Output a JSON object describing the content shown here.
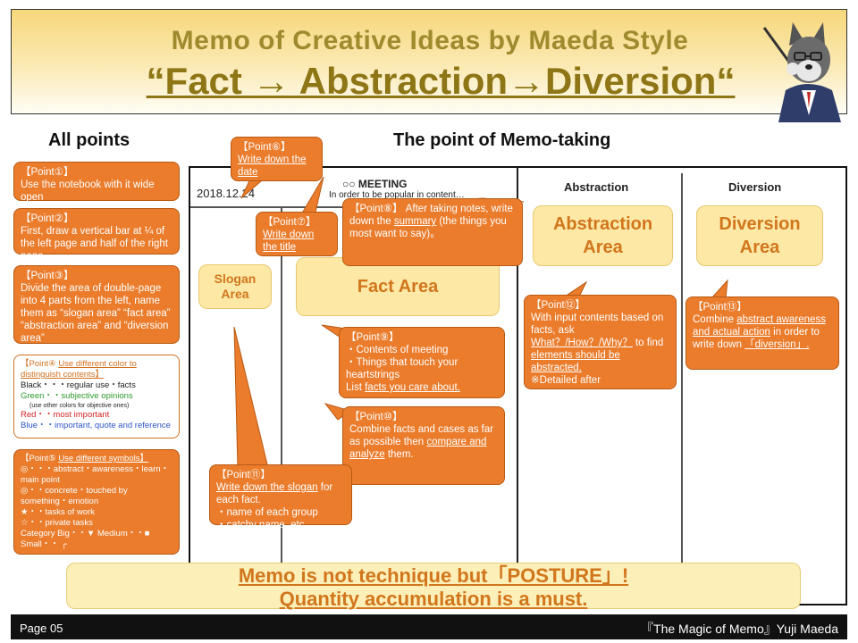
{
  "header": {
    "title_line1": "Memo of Creative Ideas by Maeda Style",
    "title_line2": "“Fact → Abstraction→Diversion“"
  },
  "sections": {
    "all_points": "All points",
    "memo_taking": "The point of Memo-taking"
  },
  "board": {
    "date": "2018.12.24",
    "meeting_title": "○○  MEETING",
    "meeting_subtitle": "In order to be popular in content…",
    "abstraction_header": "Abstraction",
    "diversion_header": "Diversion",
    "slogan_area": "Slogan Area",
    "fact_area": "Fact Area",
    "abstraction_area": "Abstraction Area",
    "diversion_area": "Diversion Area"
  },
  "left_points": {
    "p1": {
      "tag": "【Point①】",
      "text": "Use the notebook with it wide open"
    },
    "p2": {
      "tag": "【Point②】",
      "text": "First, draw a vertical bar at ¼ of the left page and half of the right page."
    },
    "p3": {
      "tag": "【Point③】",
      "text": "Divide the area of double-page into 4 parts from the left, name them as “slogan area” “fact area” “abstraction area” and “diversion area”"
    },
    "p4": {
      "tag": "【Point④",
      "title": "Use different color to distinguish contents】",
      "black": "Black・・・regular use・facts",
      "green": "Green・・subjective opinions",
      "green_note": "(use other colors for objective ones)",
      "red": "Red・・most important",
      "blue": "Blue・・important, quote and reference"
    },
    "p5": {
      "tag": "【Point⑤",
      "title": "Use different symbols】",
      "l1": "◎・・・abstract・awareness・learn・main point",
      "l2": "◎・・concrete・touched by something・emotion",
      "l3": "★・・tasks of work",
      "l4": "☆・・private tasks",
      "l5": "Category  Big・・▼  Medium・・■",
      "l6": "Small・・ ┌"
    }
  },
  "callouts": {
    "p6": {
      "tag": "【Point⑥】",
      "text": "Write down the date"
    },
    "p7": {
      "tag": "【Point⑦】",
      "text": "Write down the title"
    },
    "p8": {
      "tag": "【Point⑧】",
      "pre": "After taking notes, write down the",
      "link": "summary",
      "post": "(the things you most want to say)。"
    },
    "p9": {
      "tag": "【Point⑨】",
      "l1": "・Contents of meeting",
      "l2": "・Things that touch your heartstrings",
      "l3pre": "List",
      "l3link": "facts you care about."
    },
    "p10": {
      "tag": "【Point⑩】",
      "pre": "Combine facts and cases as far as possible then",
      "link": "compare and analyze",
      "post": "them."
    },
    "p11": {
      "tag": "【Point⑪】",
      "link": "Write down the slogan",
      "post": "for each fact.",
      "l2": "・name of each group",
      "l3": "・catchy name, etc."
    },
    "p12": {
      "tag": "【Point⑫】",
      "pre": "With input contents based on facts, ask",
      "link1": "What？/How？/Why？",
      "mid": "to find",
      "link2": "elements should be abstracted.",
      "post": "※Detailed after"
    },
    "p13": {
      "tag": "【Point⑬】",
      "pre": "Combine",
      "link": "abstract awareness and actual action",
      "mid": "in order to write down",
      "link2": "「diversion」."
    }
  },
  "banner": {
    "line1": "Memo is not technique but「POSTURE」!",
    "line2": "Quantity accumulation is a must."
  },
  "footer": {
    "page": "Page 05",
    "credit": "『The Magic of Memo』Yuji Maeda"
  },
  "colors": {
    "accent_orange": "#ea7c2c",
    "area_fill": "#fde8a6",
    "title_gold": "#8e7616"
  }
}
